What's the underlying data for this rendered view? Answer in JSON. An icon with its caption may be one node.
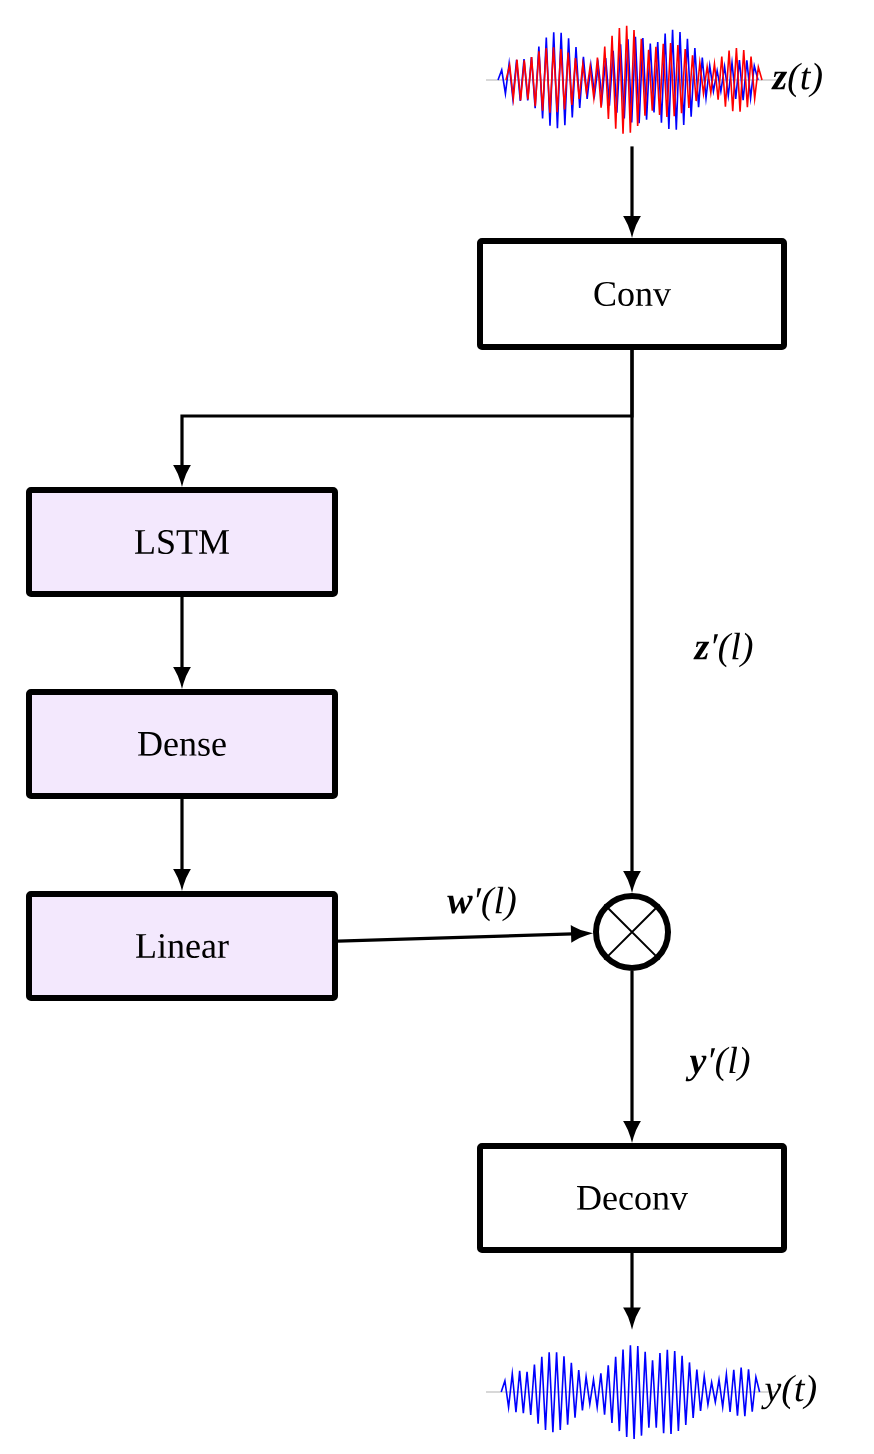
{
  "diagram": {
    "nodes": [
      {
        "text": [],
        "shape": "picture",
        "beside": [
          "**z**(t)"
        ]
      },
      {
        "text": [
          "Conv"
        ]
      },
      {
        "text": [
          "LSTM"
        ]
      },
      {
        "text": [
          "Dense"
        ]
      },
      {
        "text": [
          "Linear"
        ]
      },
      {
        "text": [],
        "shape": "circle"
      },
      {
        "text": [
          "Deconv"
        ]
      },
      {
        "text": [],
        "shape": "picture",
        "beside": [
          "y(t)"
        ]
      }
    ],
    "edges": [
      {
        "from": 0,
        "to": 1,
        "arrow": "to"
      },
      {
        "from": 1,
        "to": 2,
        "arrow": "to"
      },
      {
        "from": 1,
        "to": 5,
        "arrow": "to",
        "label": "**z**′(l)"
      },
      {
        "from": 2,
        "to": 3,
        "arrow": "to"
      },
      {
        "from": 3,
        "to": 4,
        "arrow": "to"
      },
      {
        "from": 4,
        "to": 5,
        "arrow": "to",
        "label": "**w**′(l)"
      },
      {
        "from": 5,
        "to": 6,
        "arrow": "to",
        "label": "**y**′(l)"
      },
      {
        "from": 6,
        "to": 7,
        "arrow": "to"
      }
    ]
  }
}
